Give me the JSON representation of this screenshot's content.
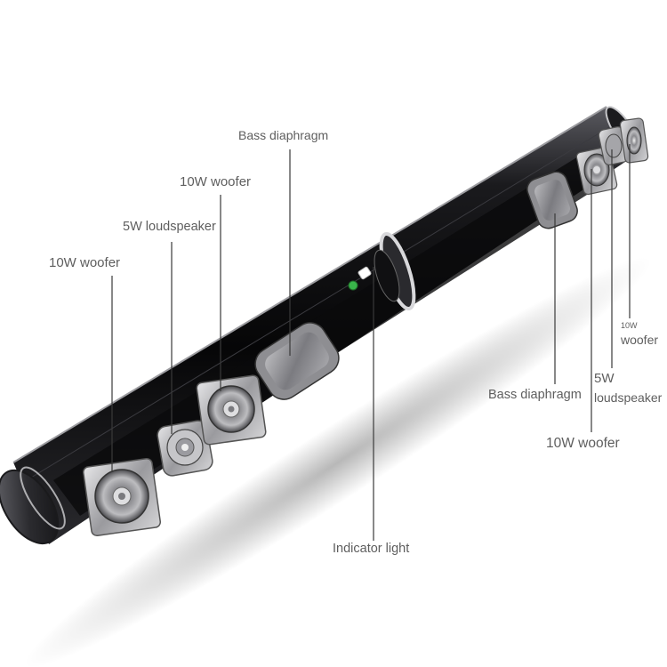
{
  "labels": {
    "bass_diaphragm_top": "Bass diaphragm",
    "woofer_upper": "10W woofer",
    "loudspeaker_upper": "5W loudspeaker",
    "woofer_left": "10W woofer",
    "woofer_right_small_power": "10W",
    "woofer_right_small_word": "woofer",
    "loudspeaker_right_power": "5W",
    "loudspeaker_right_word": "loudspeaker",
    "bass_diaphragm_right": "Bass diaphragm",
    "woofer_right": "10W woofer",
    "indicator_light": "Indicator light"
  },
  "colors": {
    "label_text": "#5e5e5e",
    "leader_line": "#3a3a3a",
    "bar_body": "#0e0e10",
    "bar_highlight": "#c9c9cc",
    "indicator": "#39b54a"
  }
}
